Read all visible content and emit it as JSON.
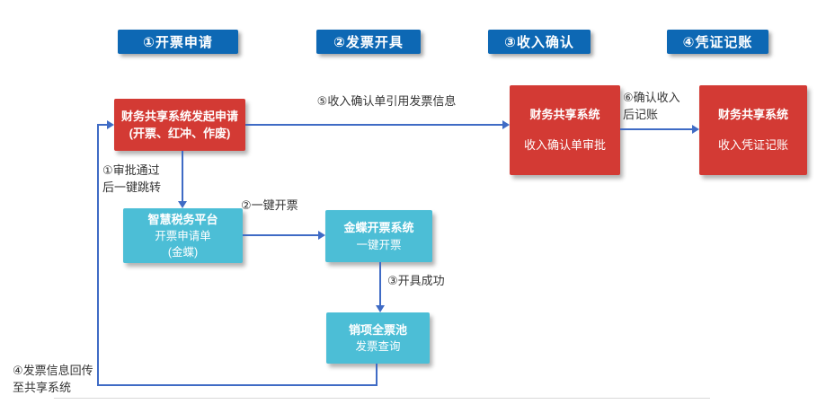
{
  "colors": {
    "header-blue": "#0d68b4",
    "box-red": "#d33a34",
    "box-teal": "#4cbed6",
    "arrow-blue": "#3f6bc5",
    "label-text": "#333333"
  },
  "headers": [
    {
      "label": "①开票申请"
    },
    {
      "label": "②发票开具"
    },
    {
      "label": "③收入确认"
    },
    {
      "label": "④凭证记账"
    }
  ],
  "boxes": {
    "shared_request": {
      "title": "财务共享系统发起申请\n(开票、红冲、作废)"
    },
    "revenue_approval": {
      "title": "财务共享系统",
      "subtitle": "收入确认单审批"
    },
    "voucher_booking": {
      "title": "财务共享系统",
      "subtitle": "收入凭证记账"
    },
    "tax_platform": {
      "title": "智慧税务平台",
      "subtitle": "开票申请单\n(金蝶)"
    },
    "kingdee_invoicing": {
      "title": "金蝶开票系统",
      "subtitle": "一键开票"
    },
    "invoice_pool": {
      "title": "销项全票池",
      "subtitle": "发票查询"
    }
  },
  "labels": {
    "step1": "①审批通过\n后一键跳转",
    "step2": "②一键开票",
    "step3": "③开具成功",
    "step4": "④发票信息回传\n至共享系统",
    "step5": "⑤收入确认单引用发票信息",
    "step6": "⑥确认收入\n后记账"
  }
}
